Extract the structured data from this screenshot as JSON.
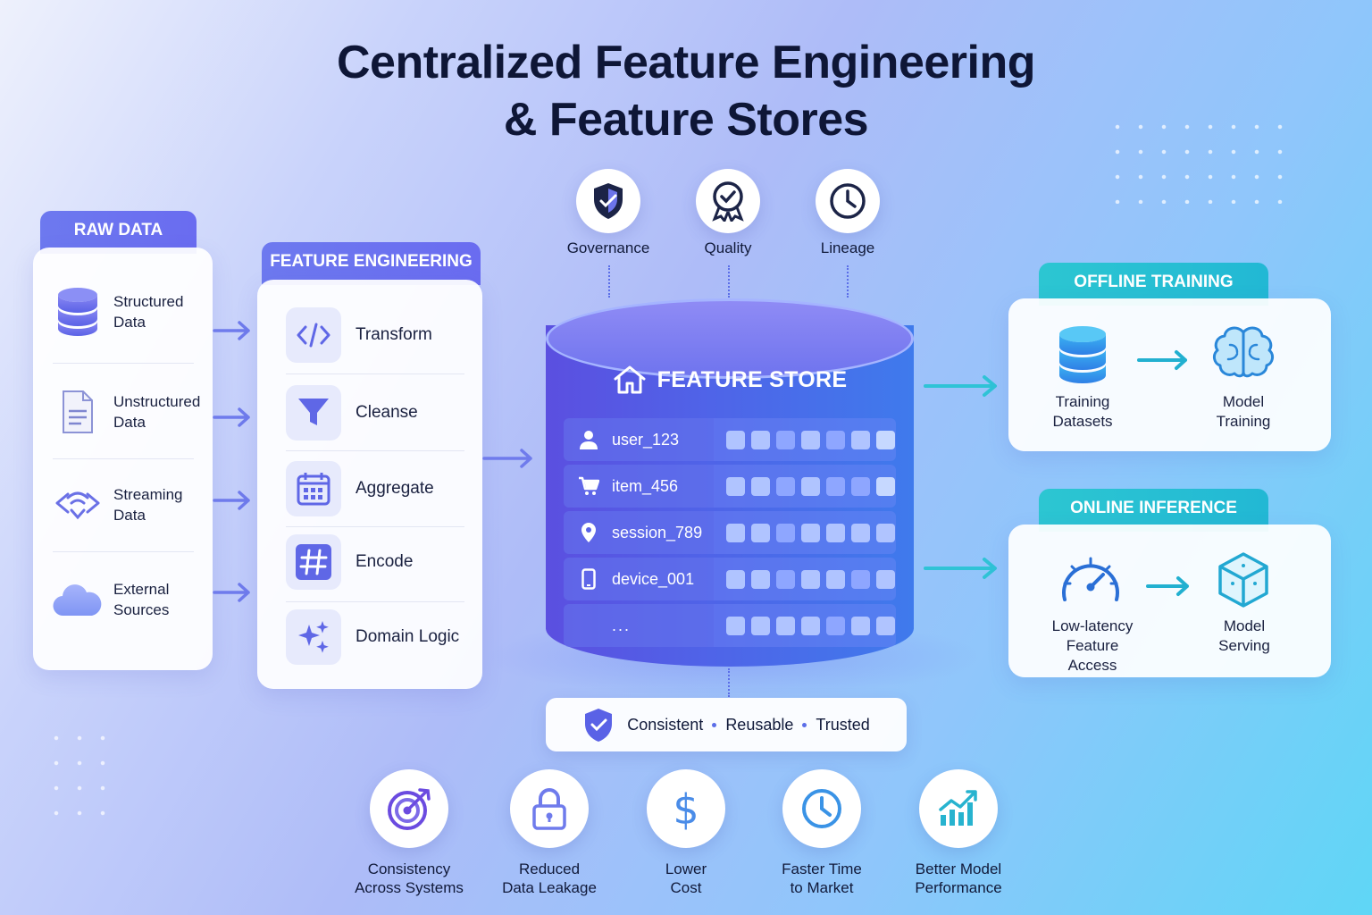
{
  "title": {
    "line1": "Centralized Feature Engineering",
    "line2": "& Feature Stores"
  },
  "raw_data": {
    "label": "RAW DATA",
    "items": [
      {
        "label": "Structured Data",
        "icon": "database-icon"
      },
      {
        "label": "Unstructured Data",
        "icon": "document-icon"
      },
      {
        "label": "Streaming Data",
        "icon": "streaming-icon"
      },
      {
        "label": "External Sources",
        "icon": "cloud-icon"
      }
    ]
  },
  "feature_engineering": {
    "label": "FEATURE ENGINEERING",
    "items": [
      {
        "label": "Transform",
        "icon": "code-icon"
      },
      {
        "label": "Cleanse",
        "icon": "funnel-icon"
      },
      {
        "label": "Aggregate",
        "icon": "calendar-icon"
      },
      {
        "label": "Encode",
        "icon": "hash-icon"
      },
      {
        "label": "Domain Logic",
        "icon": "sparkle-icon"
      }
    ]
  },
  "top_icons": [
    {
      "label": "Governance",
      "icon": "shield-icon"
    },
    {
      "label": "Quality",
      "icon": "badge-icon"
    },
    {
      "label": "Lineage",
      "icon": "clock-icon"
    }
  ],
  "feature_store": {
    "title": "FEATURE STORE",
    "rows": [
      {
        "key": "user_123",
        "icon": "user-icon"
      },
      {
        "key": "item_456",
        "icon": "cart-icon"
      },
      {
        "key": "session_789",
        "icon": "location-pin-icon"
      },
      {
        "key": "device_001",
        "icon": "phone-icon"
      },
      {
        "key": "..."
      }
    ]
  },
  "tagline": {
    "a": "Consistent",
    "b": "Reusable",
    "c": "Trusted"
  },
  "offline_training": {
    "label": "OFFLINE TRAINING",
    "from": "Training Datasets",
    "to": "Model Training"
  },
  "online_inference": {
    "label": "ONLINE INFERENCE",
    "from": "Low-latency Feature Access",
    "to": "Model Serving"
  },
  "benefits": [
    {
      "line1": "Consistency",
      "line2": "Across Systems",
      "icon": "target-icon"
    },
    {
      "line1": "Reduced",
      "line2": "Data Leakage",
      "icon": "lock-icon"
    },
    {
      "line1": "Lower",
      "line2": "Cost",
      "icon": "dollar-icon"
    },
    {
      "line1": "Faster Time",
      "line2": "to Market",
      "icon": "clock-icon"
    },
    {
      "line1": "Better Model",
      "line2": "Performance",
      "icon": "growth-chart-icon"
    }
  ],
  "colors": {
    "purple": "#6a6cf0",
    "teal": "#22b8d4",
    "navy": "#0e1636"
  }
}
